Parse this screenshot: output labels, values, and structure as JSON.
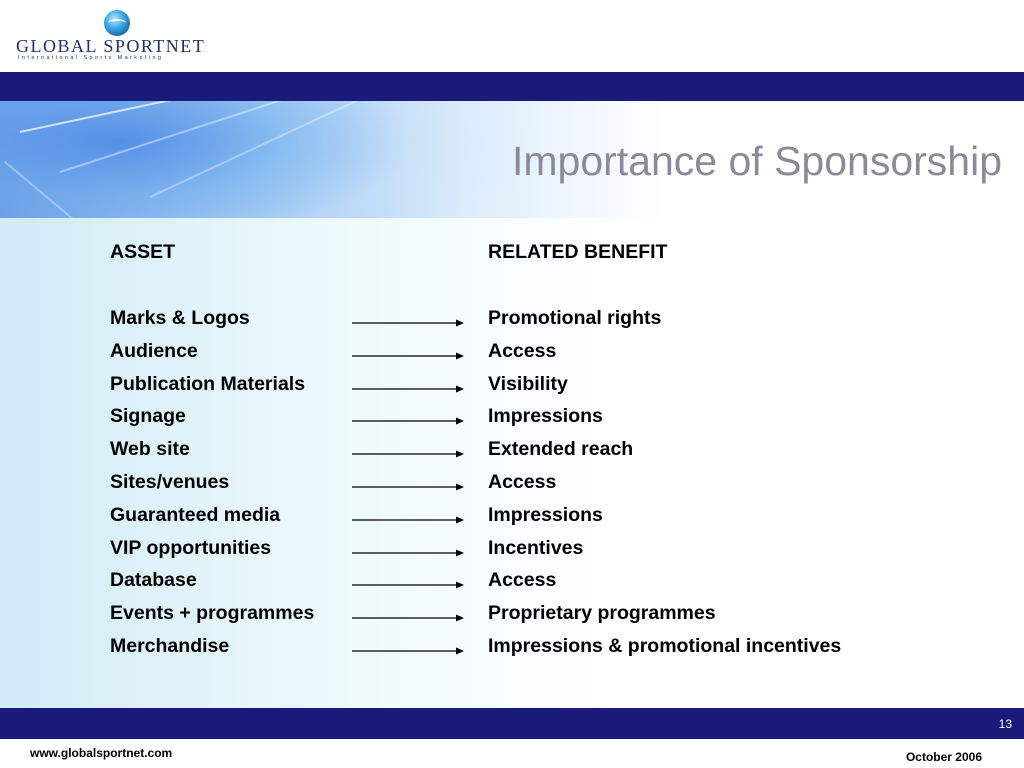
{
  "brand": {
    "name": "GLOBAL SPORTNET",
    "tagline": "International Sports Marketing"
  },
  "slide": {
    "title": "Importance of Sponsorship",
    "page_number": "13"
  },
  "table": {
    "headers": {
      "asset": "ASSET",
      "benefit": "RELATED BENEFIT"
    },
    "rows": [
      {
        "asset": "Marks & Logos",
        "benefit": "Promotional rights"
      },
      {
        "asset": "Audience",
        "benefit": "Access"
      },
      {
        "asset": "Publication Materials",
        "benefit": "Visibility"
      },
      {
        "asset": "Signage",
        "benefit": "Impressions"
      },
      {
        "asset": "Web site",
        "benefit": "Extended reach"
      },
      {
        "asset": "Sites/venues",
        "benefit": "Access"
      },
      {
        "asset": "Guaranteed media",
        "benefit": "Impressions"
      },
      {
        "asset": "VIP opportunities",
        "benefit": "Incentives"
      },
      {
        "asset": "Database",
        "benefit": "Access"
      },
      {
        "asset": "Events + programmes",
        "benefit": "Proprietary programmes"
      },
      {
        "asset": "Merchandise",
        "benefit": "Impressions & promotional incentives"
      }
    ]
  },
  "footer": {
    "url": "www.globalsportnet.com",
    "date": "October 2006"
  },
  "colors": {
    "band": "#1a1a7a",
    "title": "#8a8a9a",
    "logo": "#1d2f6f"
  }
}
